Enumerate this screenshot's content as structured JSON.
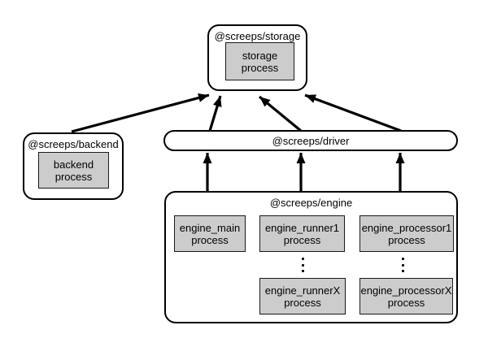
{
  "diagram": {
    "nodes": {
      "storage": {
        "title": "@screeps/storage",
        "process": [
          "storage",
          "process"
        ]
      },
      "backend": {
        "title": "@screeps/backend",
        "process": [
          "backend",
          "process"
        ]
      },
      "driver": {
        "title": "@screeps/driver"
      },
      "engine": {
        "title": "@screeps/engine",
        "processes": {
          "main": [
            "engine_main",
            "process"
          ],
          "runner1": [
            "engine_runner1",
            "process"
          ],
          "processor1": [
            "engine_processor1",
            "process"
          ],
          "runnerX": [
            "engine_runnerX",
            "process"
          ],
          "processorX": [
            "engine_processorX",
            "process"
          ]
        },
        "ellipsis": "⋮"
      }
    },
    "edges": [
      {
        "id": "backend-storage",
        "from": "backend",
        "to": "storage"
      },
      {
        "id": "driver-storage-left",
        "from": "driver",
        "to": "storage"
      },
      {
        "id": "driver-storage-mid",
        "from": "driver",
        "to": "storage"
      },
      {
        "id": "driver-storage-right",
        "from": "driver",
        "to": "storage"
      },
      {
        "id": "engine-main-driver",
        "from": "engine_main",
        "to": "driver"
      },
      {
        "id": "engine-runner-driver",
        "from": "engine_runner",
        "to": "driver"
      },
      {
        "id": "engine-processor-driver",
        "from": "engine_processor",
        "to": "driver"
      }
    ],
    "colors": {
      "process_fill": "#cccccc",
      "border": "#000000",
      "arrow": "#000000",
      "background": "#ffffff"
    }
  }
}
